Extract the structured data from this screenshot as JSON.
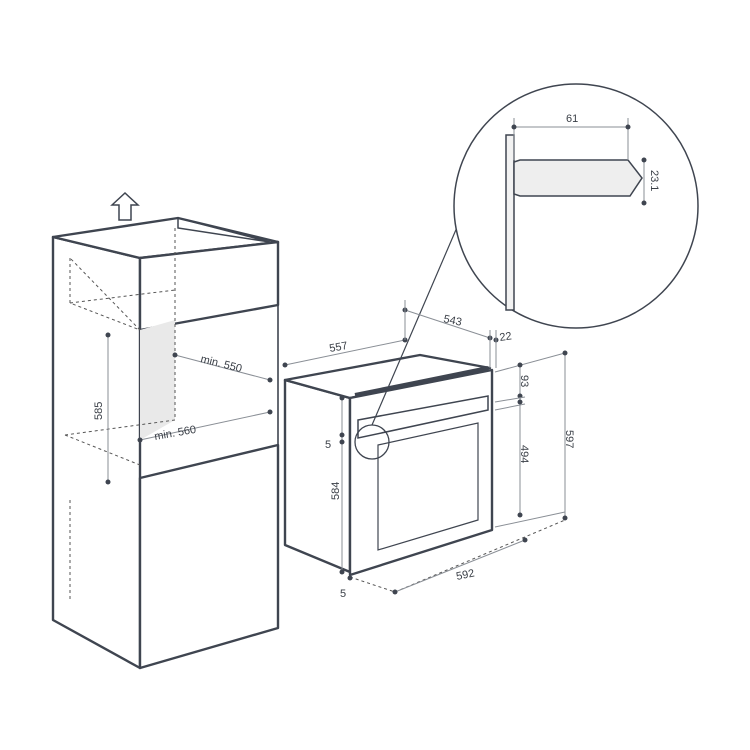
{
  "diagram": {
    "cabinet": {
      "niche_depth": "min. 550",
      "niche_width": "min. 560",
      "niche_height": "585"
    },
    "oven": {
      "depth_total": "557",
      "depth_body": "543",
      "front_thickness": "22",
      "top_to_door": "93",
      "total_height": "597",
      "door_height": "494",
      "handle_gap": "5",
      "body_height": "584",
      "width": "592",
      "bottom_offset": "5"
    },
    "detail": {
      "handle_depth": "61",
      "handle_height": "23.1"
    }
  }
}
